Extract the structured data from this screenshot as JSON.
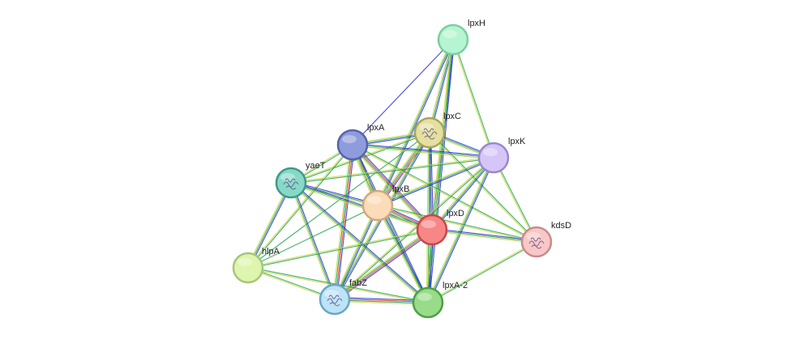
{
  "network": {
    "nodes": [
      {
        "id": "lpxH",
        "label": "lpxH",
        "color": "#b5f5d2",
        "stroke": "#7ccf9e",
        "glyph": false
      },
      {
        "id": "lpxC",
        "label": "lpxC",
        "color": "#e3e0a0",
        "stroke": "#a9a55a",
        "glyph": true
      },
      {
        "id": "lpxA",
        "label": "lpxA",
        "color": "#8f9cdc",
        "stroke": "#5563aa",
        "glyph": false
      },
      {
        "id": "lpxK",
        "label": "lpxK",
        "color": "#d6c6f7",
        "stroke": "#9c86cf",
        "glyph": false
      },
      {
        "id": "yaeT",
        "label": "yaeT",
        "color": "#86d9c9",
        "stroke": "#3f9986",
        "glyph": true
      },
      {
        "id": "lpxB",
        "label": "lpxB",
        "color": "#fbdcb8",
        "stroke": "#d2a97d",
        "glyph": false
      },
      {
        "id": "lpxD",
        "label": "lpxD",
        "color": "#f78787",
        "stroke": "#c54848",
        "glyph": false
      },
      {
        "id": "kdsD",
        "label": "kdsD",
        "color": "#f8c7c7",
        "stroke": "#c98b8b",
        "glyph": true
      },
      {
        "id": "hlpA",
        "label": "hlpA",
        "color": "#ddf5ad",
        "stroke": "#a5c67a",
        "glyph": false
      },
      {
        "id": "fabZ",
        "label": "fabZ",
        "color": "#bde3f7",
        "stroke": "#6aa6c6",
        "glyph": true
      },
      {
        "id": "lpxA-2",
        "label": "lpxA-2",
        "color": "#98dc8a",
        "stroke": "#4f9e44",
        "glyph": false
      }
    ],
    "edges": [
      {
        "from": "lpxH",
        "to": "lpxC",
        "colors": [
          "#2a2ad8",
          "#1aa648",
          "#c9d34a"
        ]
      },
      {
        "from": "lpxH",
        "to": "lpxA",
        "colors": [
          "#2a2ad8"
        ]
      },
      {
        "from": "lpxH",
        "to": "lpxK",
        "colors": [
          "#1aa648",
          "#c9d34a"
        ]
      },
      {
        "from": "lpxH",
        "to": "lpxB",
        "colors": [
          "#2a2ad8",
          "#1aa648",
          "#c9d34a"
        ]
      },
      {
        "from": "lpxH",
        "to": "lpxD",
        "colors": [
          "#2a2ad8",
          "#1aa648",
          "#c9d34a"
        ]
      },
      {
        "from": "lpxH",
        "to": "lpxA-2",
        "colors": [
          "#2a2ad8",
          "#1aa648",
          "#c9d34a"
        ]
      },
      {
        "from": "lpxC",
        "to": "lpxA",
        "colors": [
          "#2a2ad8",
          "#1aa648",
          "#c9d34a"
        ]
      },
      {
        "from": "lpxC",
        "to": "lpxK",
        "colors": [
          "#2a2ad8",
          "#1aa648",
          "#c9d34a"
        ]
      },
      {
        "from": "lpxC",
        "to": "yaeT",
        "colors": [
          "#1aa648",
          "#c9d34a"
        ]
      },
      {
        "from": "lpxC",
        "to": "lpxB",
        "colors": [
          "#2a2ad8",
          "#e0392b",
          "#1aa648",
          "#c9d34a"
        ]
      },
      {
        "from": "lpxC",
        "to": "lpxD",
        "colors": [
          "#2a2ad8",
          "#1aa648",
          "#c9d34a"
        ]
      },
      {
        "from": "lpxC",
        "to": "kdsD",
        "colors": [
          "#1aa648",
          "#c9d34a"
        ]
      },
      {
        "from": "lpxC",
        "to": "fabZ",
        "colors": [
          "#2a2ad8",
          "#1aa648",
          "#c9d34a"
        ]
      },
      {
        "from": "lpxC",
        "to": "lpxA-2",
        "colors": [
          "#2a2ad8",
          "#1aa648",
          "#c9d34a"
        ]
      },
      {
        "from": "lpxC",
        "to": "hlpA",
        "colors": [
          "#1aa648"
        ]
      },
      {
        "from": "lpxA",
        "to": "lpxK",
        "colors": [
          "#2a2ad8",
          "#1aa648",
          "#c9d34a"
        ]
      },
      {
        "from": "lpxA",
        "to": "yaeT",
        "colors": [
          "#1aa648",
          "#c9d34a"
        ]
      },
      {
        "from": "lpxA",
        "to": "lpxB",
        "colors": [
          "#2a2ad8",
          "#e0392b",
          "#1aa648",
          "#c9d34a"
        ]
      },
      {
        "from": "lpxA",
        "to": "lpxD",
        "colors": [
          "#2a2ad8",
          "#e0392b",
          "#1aa648",
          "#c9d34a"
        ]
      },
      {
        "from": "lpxA",
        "to": "kdsD",
        "colors": [
          "#1aa648",
          "#c9d34a"
        ]
      },
      {
        "from": "lpxA",
        "to": "fabZ",
        "colors": [
          "#2a2ad8",
          "#e0392b",
          "#1aa648",
          "#c9d34a"
        ]
      },
      {
        "from": "lpxA",
        "to": "lpxA-2",
        "colors": [
          "#2a2ad8",
          "#1aa648",
          "#c9d34a"
        ]
      },
      {
        "from": "lpxA",
        "to": "hlpA",
        "colors": [
          "#1aa648",
          "#c9d34a"
        ]
      },
      {
        "from": "lpxK",
        "to": "yaeT",
        "colors": [
          "#1aa648",
          "#c9d34a"
        ]
      },
      {
        "from": "lpxK",
        "to": "lpxB",
        "colors": [
          "#2a2ad8",
          "#1aa648",
          "#c9d34a"
        ]
      },
      {
        "from": "lpxK",
        "to": "lpxD",
        "colors": [
          "#2a2ad8",
          "#1aa648",
          "#c9d34a"
        ]
      },
      {
        "from": "lpxK",
        "to": "kdsD",
        "colors": [
          "#1aa648",
          "#c9d34a"
        ]
      },
      {
        "from": "lpxK",
        "to": "fabZ",
        "colors": [
          "#1aa648",
          "#c9d34a"
        ]
      },
      {
        "from": "lpxK",
        "to": "lpxA-2",
        "colors": [
          "#2a2ad8",
          "#1aa648",
          "#c9d34a"
        ]
      },
      {
        "from": "yaeT",
        "to": "lpxB",
        "colors": [
          "#2a2ad8",
          "#1aa648",
          "#c9d34a"
        ]
      },
      {
        "from": "yaeT",
        "to": "lpxD",
        "colors": [
          "#2a2ad8",
          "#1aa648",
          "#c9d34a"
        ]
      },
      {
        "from": "yaeT",
        "to": "fabZ",
        "colors": [
          "#2a2ad8",
          "#1aa648",
          "#c9d34a"
        ]
      },
      {
        "from": "yaeT",
        "to": "lpxA-2",
        "colors": [
          "#2a2ad8",
          "#1aa648",
          "#c9d34a"
        ]
      },
      {
        "from": "yaeT",
        "to": "hlpA",
        "colors": [
          "#2a2ad8",
          "#1aa648",
          "#c9d34a"
        ]
      },
      {
        "from": "lpxB",
        "to": "lpxD",
        "colors": [
          "#2a2ad8",
          "#e0392b",
          "#1aa648",
          "#c9d34a"
        ]
      },
      {
        "from": "lpxB",
        "to": "kdsD",
        "colors": [
          "#1aa648",
          "#c9d34a"
        ]
      },
      {
        "from": "lpxB",
        "to": "fabZ",
        "colors": [
          "#2a2ad8",
          "#1aa648",
          "#c9d34a"
        ]
      },
      {
        "from": "lpxB",
        "to": "lpxA-2",
        "colors": [
          "#2a2ad8",
          "#1aa648",
          "#c9d34a"
        ]
      },
      {
        "from": "lpxB",
        "to": "hlpA",
        "colors": [
          "#1aa648"
        ]
      },
      {
        "from": "lpxD",
        "to": "kdsD",
        "colors": [
          "#2a2ad8",
          "#1aa648",
          "#c9d34a"
        ]
      },
      {
        "from": "lpxD",
        "to": "fabZ",
        "colors": [
          "#2a2ad8",
          "#e0392b",
          "#1aa648",
          "#c9d34a"
        ]
      },
      {
        "from": "lpxD",
        "to": "lpxA-2",
        "colors": [
          "#2a2ad8",
          "#1aa648",
          "#c9d34a"
        ]
      },
      {
        "from": "lpxD",
        "to": "hlpA",
        "colors": [
          "#1aa648",
          "#c9d34a"
        ]
      },
      {
        "from": "kdsD",
        "to": "lpxA-2",
        "colors": [
          "#1aa648",
          "#c9d34a"
        ]
      },
      {
        "from": "hlpA",
        "to": "fabZ",
        "colors": [
          "#1aa648",
          "#c9d34a"
        ]
      },
      {
        "from": "hlpA",
        "to": "lpxA-2",
        "colors": [
          "#1aa648",
          "#c9d34a"
        ]
      },
      {
        "from": "fabZ",
        "to": "lpxA-2",
        "colors": [
          "#2a2ad8",
          "#e0392b",
          "#1aa648",
          "#c9d34a"
        ]
      }
    ]
  }
}
